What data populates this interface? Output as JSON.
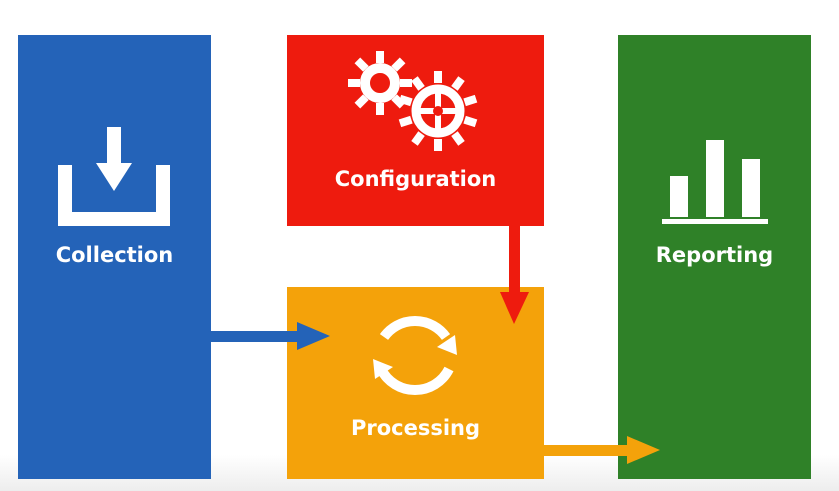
{
  "colors": {
    "collection": "#2463b8",
    "configuration": "#ee1b0e",
    "processing": "#f4a20a",
    "reporting": "#2f8128",
    "icon": "#ffffff"
  },
  "stages": {
    "collection": {
      "label": "Collection",
      "icon": "download-tray-icon"
    },
    "configuration": {
      "label": "Configuration",
      "icon": "gears-icon"
    },
    "processing": {
      "label": "Processing",
      "icon": "refresh-cycle-icon"
    },
    "reporting": {
      "label": "Reporting",
      "icon": "bar-chart-icon"
    }
  },
  "connections": [
    {
      "from": "collection",
      "to": "processing"
    },
    {
      "from": "configuration",
      "to": "processing"
    },
    {
      "from": "processing",
      "to": "reporting"
    }
  ]
}
